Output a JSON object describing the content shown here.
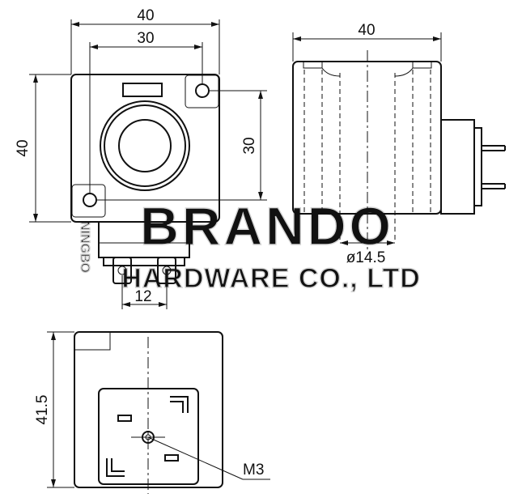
{
  "dimensions": {
    "front_width_outer": "40",
    "front_width_inner": "30",
    "front_height_outer": "40",
    "front_height_inner": "30",
    "pin_spacing": "12",
    "side_width": "40",
    "bore_diameter": "ø14.5",
    "bottom_height": "41.5",
    "thread_label": "M3"
  },
  "watermark": {
    "company": "BRANDO",
    "subtitle": "HARDWARE CO., LTD",
    "city": "NINGBO"
  }
}
